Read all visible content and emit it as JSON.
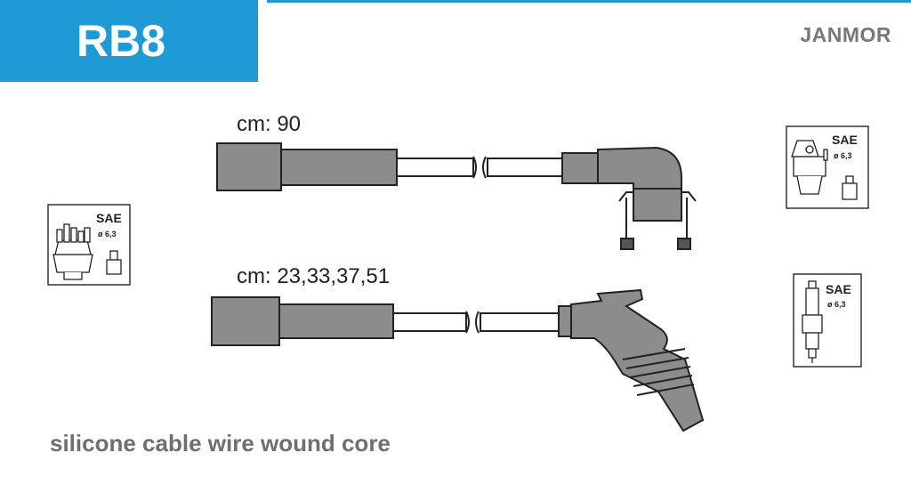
{
  "header": {
    "code": "RB8",
    "brand": "JANMOR",
    "accent_color": "#1e9ad6"
  },
  "cables": [
    {
      "length_label": "cm: 90",
      "end_connector": "angled-cap-clip-boot"
    },
    {
      "length_label": "cm: 23,33,37,51",
      "end_connector": "spark-plug-boot"
    }
  ],
  "thumbnails": {
    "left_distributor": {
      "label": "SAE",
      "size": "ø 6,3",
      "icon": "distributor-cap-icon"
    },
    "right_coil": {
      "label": "SAE",
      "size": "ø 6,3",
      "icon": "coil-cap-icon"
    },
    "right_plug": {
      "label": "SAE",
      "size": "ø 6,3",
      "icon": "spark-plug-icon"
    }
  },
  "footer": {
    "text": "silicone cable wire wound core"
  },
  "colors": {
    "part_fill": "#8c8c8c",
    "outline": "#222222",
    "footer_text": "#6f6f6f"
  }
}
